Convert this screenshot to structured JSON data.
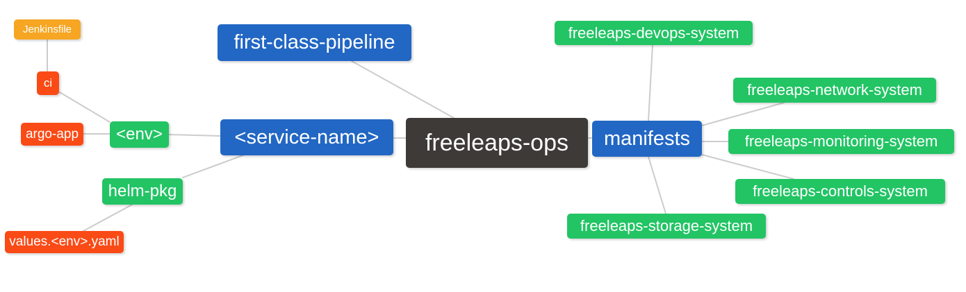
{
  "palette": {
    "root_bg": "#3d3a37",
    "branch_blue": "#2267c4",
    "leaf_green": "#22c464",
    "leaf_orange": "#f6a623",
    "leaf_red": "#fa4a16",
    "edge_gray": "#cccccc",
    "node_text": "#ffffff",
    "background": "#ffffff"
  },
  "mindmap": {
    "root": {
      "label": "freeleaps-ops"
    },
    "nodes": {
      "freeleaps_ops": {
        "label": "freeleaps-ops"
      },
      "first_class_pipeline": {
        "label": "first-class-pipeline"
      },
      "service_name": {
        "label": "<service-name>"
      },
      "env": {
        "label": "<env>"
      },
      "ci": {
        "label": "ci"
      },
      "jenkinsfile": {
        "label": "Jenkinsfile"
      },
      "argo_app": {
        "label": "argo-app"
      },
      "helm_pkg": {
        "label": "helm-pkg"
      },
      "values_env_yaml": {
        "label": "values.<env>.yaml"
      },
      "manifests": {
        "label": "manifests"
      },
      "devops_system": {
        "label": "freeleaps-devops-system"
      },
      "network_system": {
        "label": "freeleaps-network-system"
      },
      "monitoring_system": {
        "label": "freeleaps-monitoring-system"
      },
      "controls_system": {
        "label": "freeleaps-controls-system"
      },
      "storage_system": {
        "label": "freeleaps-storage-system"
      }
    },
    "edges": [
      {
        "from": "jenkinsfile",
        "to": "ci"
      },
      {
        "from": "ci",
        "to": "env"
      },
      {
        "from": "argo_app",
        "to": "env"
      },
      {
        "from": "env",
        "to": "service_name"
      },
      {
        "from": "helm_pkg",
        "to": "service_name"
      },
      {
        "from": "values_env_yaml",
        "to": "helm_pkg"
      },
      {
        "from": "first_class_pipeline",
        "to": "freeleaps_ops"
      },
      {
        "from": "service_name",
        "to": "freeleaps_ops"
      },
      {
        "from": "manifests",
        "to": "freeleaps_ops"
      },
      {
        "from": "manifests",
        "to": "devops_system"
      },
      {
        "from": "manifests",
        "to": "network_system"
      },
      {
        "from": "manifests",
        "to": "monitoring_system"
      },
      {
        "from": "manifests",
        "to": "controls_system"
      },
      {
        "from": "manifests",
        "to": "storage_system"
      }
    ]
  }
}
